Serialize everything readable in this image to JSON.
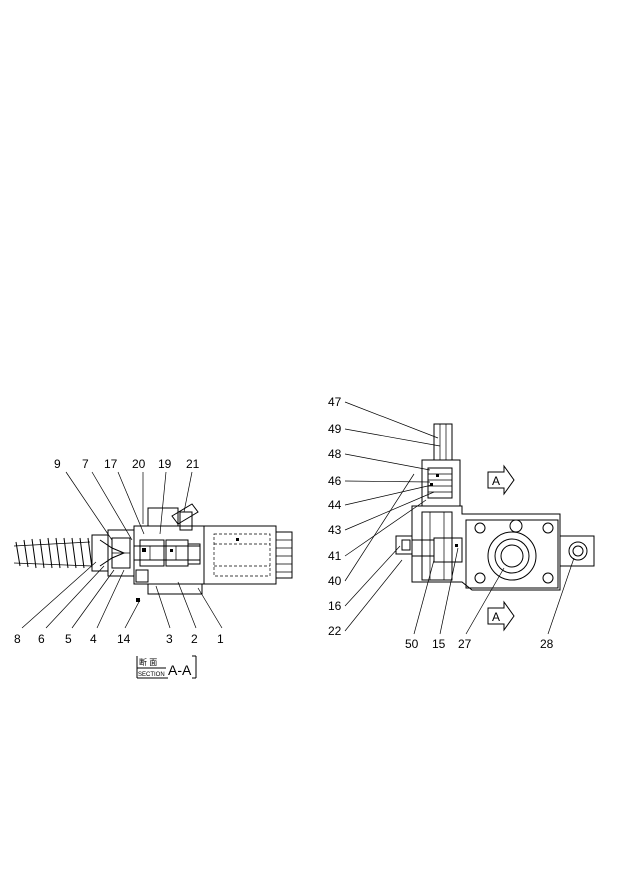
{
  "left_view": {
    "callouts_top": [
      "9",
      "7",
      "17",
      "20",
      "19",
      "21"
    ],
    "callouts_bottom": [
      "8",
      "6",
      "5",
      "4",
      "14",
      "3",
      "2",
      "1"
    ]
  },
  "section_tag": {
    "jp": "断 面",
    "en": "SECTION",
    "letters": "A-A"
  },
  "right_view": {
    "callouts_left": [
      "47",
      "49",
      "48",
      "46",
      "44",
      "43",
      "41",
      "40",
      "16",
      "22"
    ],
    "callouts_bottom": [
      "50",
      "15",
      "27",
      "28"
    ],
    "section_arrow_top": "A",
    "section_arrow_bottom": "A"
  }
}
